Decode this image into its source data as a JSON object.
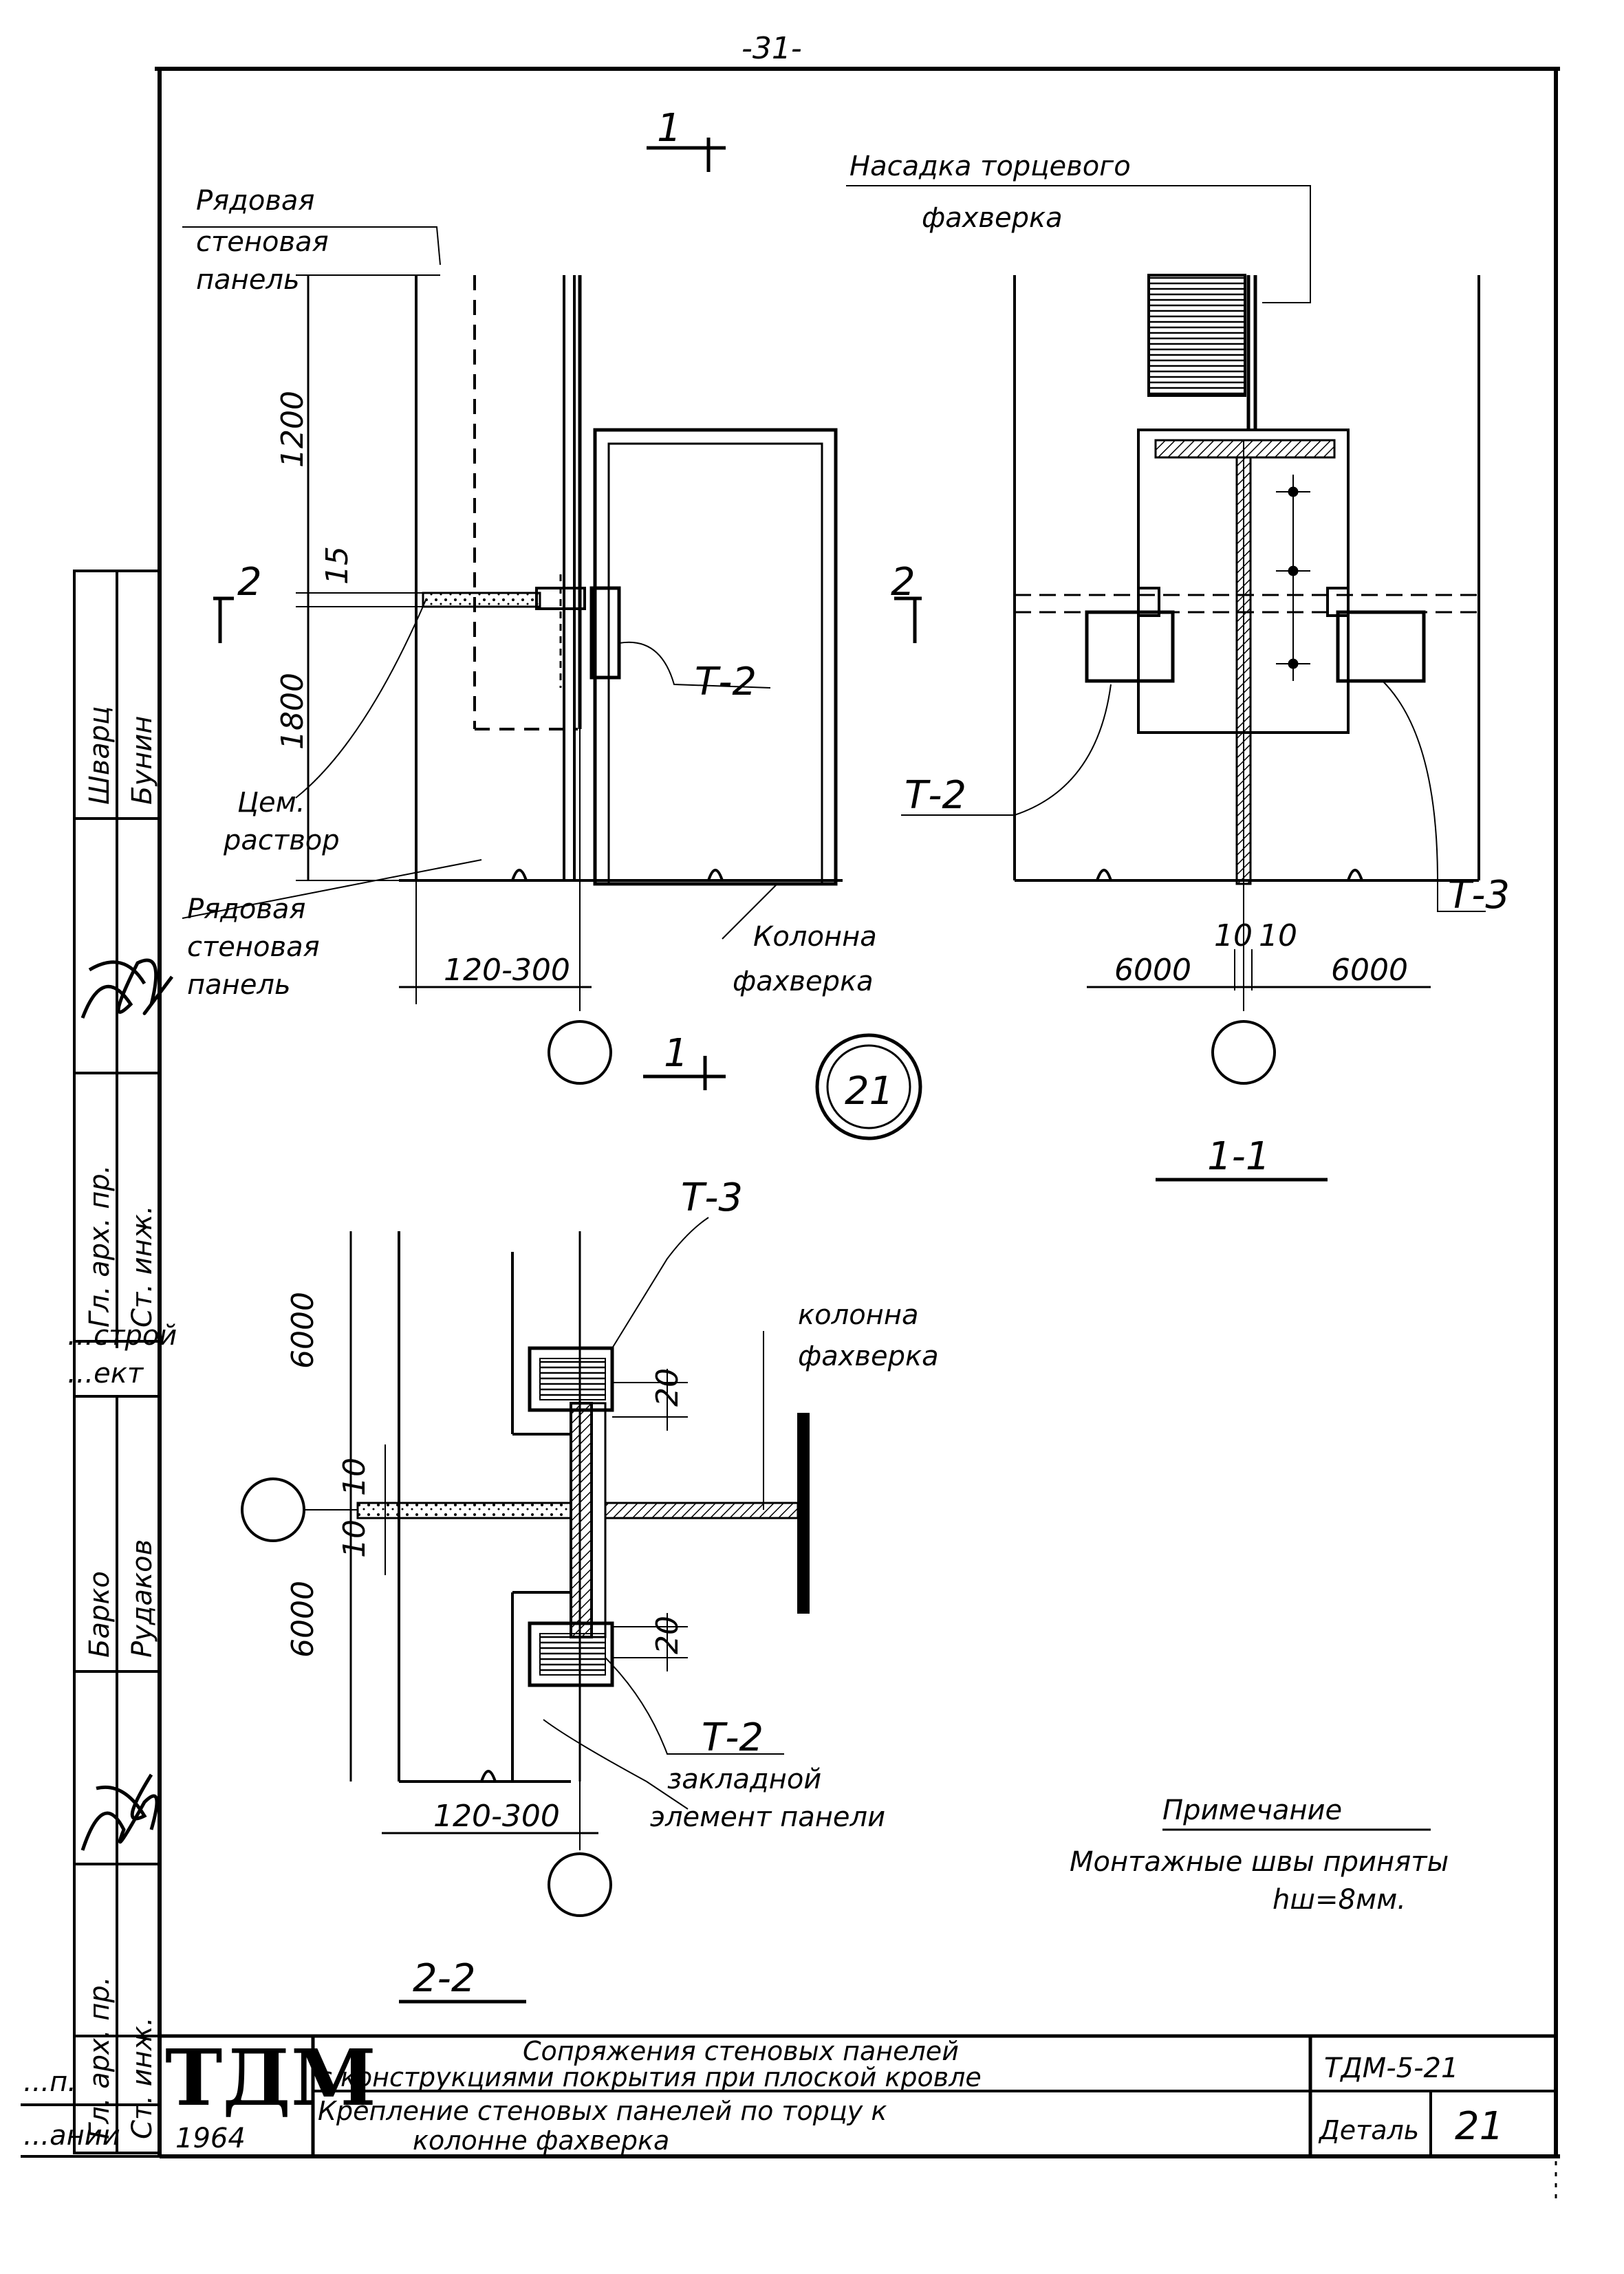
{
  "page_number": "-31-",
  "detail_number": "21",
  "section_marks": {
    "one": "1",
    "two": "2"
  },
  "view_left": {
    "label_panel_top": [
      "Рядовая",
      "стеновая",
      "панель"
    ],
    "label_panel_bottom": [
      "Рядовая",
      "стеновая",
      "панель"
    ],
    "label_mortar": [
      "Цем.",
      "раствор"
    ],
    "label_column": [
      "Колонна",
      "фахверка"
    ],
    "dim_1200": "1200",
    "dim_15": "15",
    "dim_1800": "1800",
    "dim_width": "120-300",
    "tag_t2": "Т-2"
  },
  "view_section_1_1": {
    "title": "1-1",
    "label_cap": [
      "Насадка торцевого",
      "фахверка"
    ],
    "tag_t2": "Т-2",
    "tag_t3": "Т-3",
    "dim_10_left": "10",
    "dim_10_right": "10",
    "dim_6000_left": "6000",
    "dim_6000_right": "6000"
  },
  "view_section_2_2": {
    "title": "2-2",
    "label_column": [
      "колонна",
      "фахверка"
    ],
    "label_embedded": [
      "закладной",
      "элемент панели"
    ],
    "tag_t3": "Т-3",
    "tag_t2": "Т-2",
    "dim_6000_top": "6000",
    "dim_6000_bottom": "6000",
    "dim_10_top": "10",
    "dim_10_bottom": "10",
    "dim_20_top": "20",
    "dim_20_bottom": "20",
    "dim_width": "120-300"
  },
  "note": {
    "heading": "Примечание",
    "text": "Монтажные швы приняты",
    "value": "hш=8мм."
  },
  "side_stamp": {
    "names": [
      "Шварц",
      "Бунин",
      "Барко",
      "Рудаков"
    ],
    "roles": [
      "Гл. арх. пр.",
      "Ст. инж.",
      "Гл. арх. пр.",
      "Ст. инж."
    ],
    "org": [
      "...строй",
      "...ект"
    ],
    "bottom": [
      "...п.",
      "...ании"
    ]
  },
  "title_block": {
    "logo": "ТДМ",
    "year": "1964",
    "line1": "Сопряжения стеновых панелей",
    "line2": "с конструкциями покрытия при плоской кровле",
    "line3": "Крепление стеновых панелей по торцу к",
    "line4": "колонне фахверка",
    "sheet_code": "ТДМ-5-21",
    "detail_label": "Деталь",
    "detail_number": "21"
  }
}
